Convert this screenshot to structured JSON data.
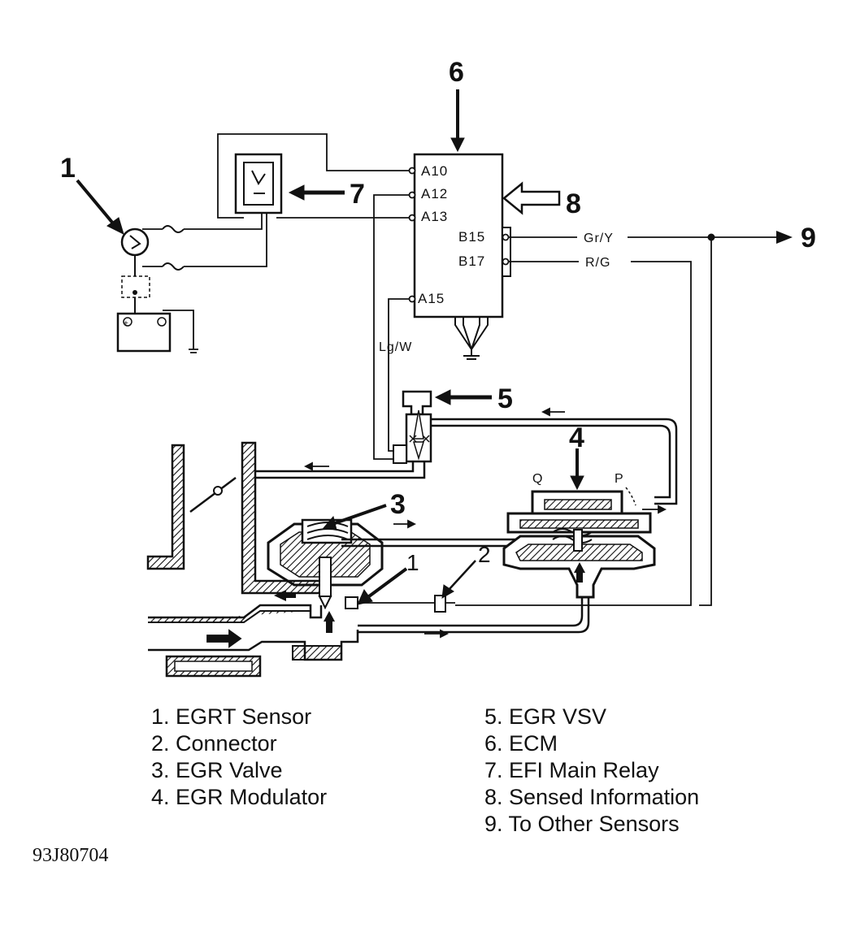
{
  "callouts": {
    "c1": "1",
    "c2": "2",
    "c3": "3",
    "c4": "4",
    "c5": "5",
    "c6": "6",
    "c7": "7",
    "c8": "8",
    "c9": "9"
  },
  "ecm_pins": {
    "a10": "A10",
    "a12": "A12",
    "a13": "A13",
    "a15": "A15",
    "b15": "B15",
    "b17": "B17"
  },
  "wire_codes": {
    "gr_y": "Gr/Y",
    "r_g": "R/G",
    "lg_w": "Lg/W"
  },
  "port_labels": {
    "q": "Q",
    "p": "P"
  },
  "legend": {
    "left": [
      "1. EGRT Sensor",
      "2. Connector",
      "3. EGR Valve",
      "4. EGR Modulator"
    ],
    "right": [
      "5. EGR VSV",
      "6. ECM",
      "7. EFI Main Relay",
      "8. Sensed Information",
      "9. To Other Sensors"
    ]
  },
  "figure_code": "93J80704"
}
